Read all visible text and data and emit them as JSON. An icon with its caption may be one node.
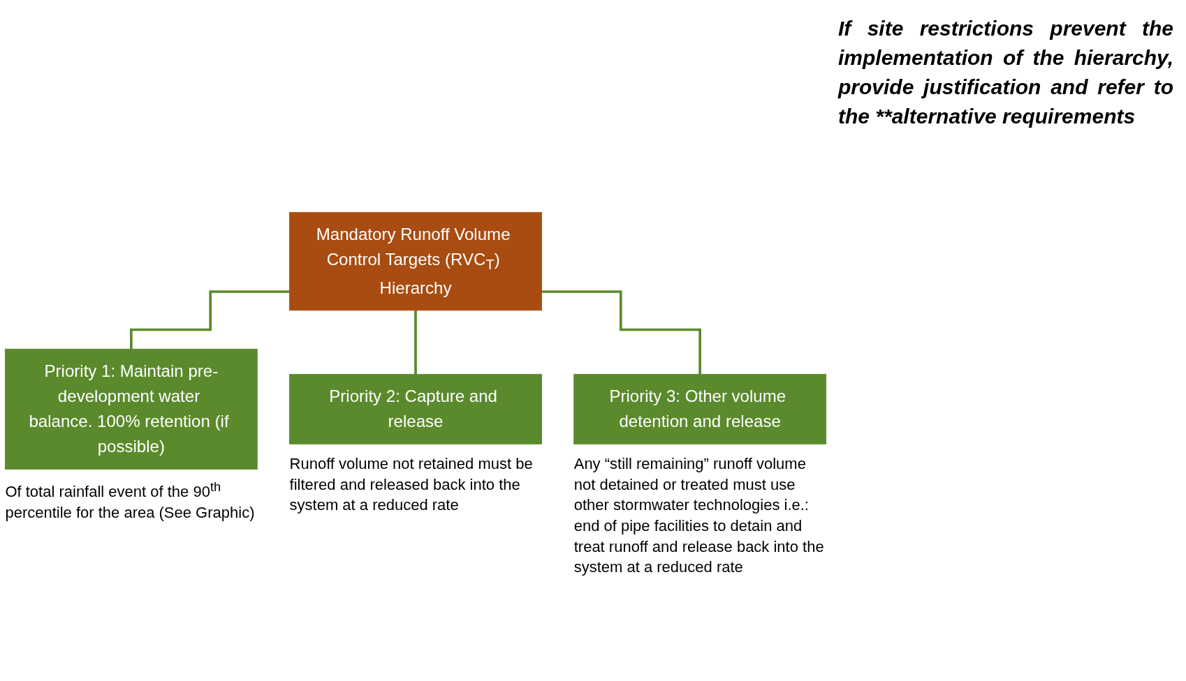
{
  "diagram": {
    "nodes": [
      {
        "text": [
          "Mandatory Runoff Volume Control Targets (RVC$_{T}$) Hierarchy"
        ]
      },
      {
        "text": [
          "Priority 1: Maintain pre-development water balance. 100% retention (if possible)"
        ],
        "beside": [
          "Of total rainfall event of the 90$^{th}$ percentile for the area (See Graphic)"
        ]
      },
      {
        "text": [
          "Priority 2: Capture and release"
        ],
        "beside": [
          "Runoff volume not retained must be filtered and released back into the system at a reduced rate"
        ]
      },
      {
        "text": [
          "Priority 3: Other volume detention and release"
        ],
        "beside": [
          "Any “still remaining” runoff volume not detained or treated must use other stormwater technologies i.e.: end of pipe facilities to detain and treat runoff and release back into the system at a reduced rate"
        ]
      }
    ],
    "edges": [
      {
        "from": 0,
        "to": 1,
        "arrow": "none"
      },
      {
        "from": 0,
        "to": 2,
        "arrow": "none"
      },
      {
        "from": 0,
        "to": 3,
        "arrow": "none"
      }
    ],
    "labels": [
      "If site restrictions prevent the implementation of the hierarchy, provide justification and refer to the **alternative requirements"
    ]
  }
}
